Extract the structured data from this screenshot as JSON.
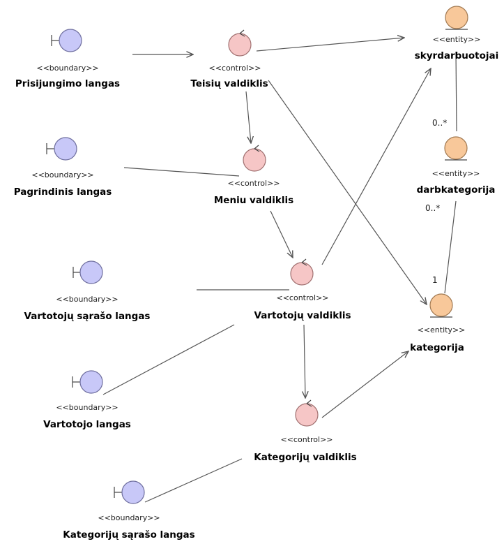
{
  "stereotypes": {
    "boundary": "<<boundary>>",
    "control": "<<control>>",
    "entity": "<<entity>>"
  },
  "nodes": {
    "prisijungimo_langas": "Prisijungimo langas",
    "pagrindinis_langas": "Pagrindinis langas",
    "vartotoju_sraso_langas": "Vartotojų sąrašo langas",
    "vartotojo_langas": "Vartotojo langas",
    "kategoriju_sraso_langas": "Kategorijų sąrašo langas",
    "teisiu_valdiklis": "Teisių valdiklis",
    "meniu_valdiklis": "Meniu valdiklis",
    "vartotoju_valdiklis": "Vartotojų valdiklis",
    "kategoriju_valdiklis": "Kategorijų valdiklis",
    "skyrdarbuotojai": "skyrdarbuotojai",
    "darbkategorija": "darbkategorija",
    "kategorija": "kategorija"
  },
  "multiplicities": {
    "skyr_darb": "0..*",
    "darb_kat_top": "0..*",
    "darb_kat_bottom": "1"
  }
}
